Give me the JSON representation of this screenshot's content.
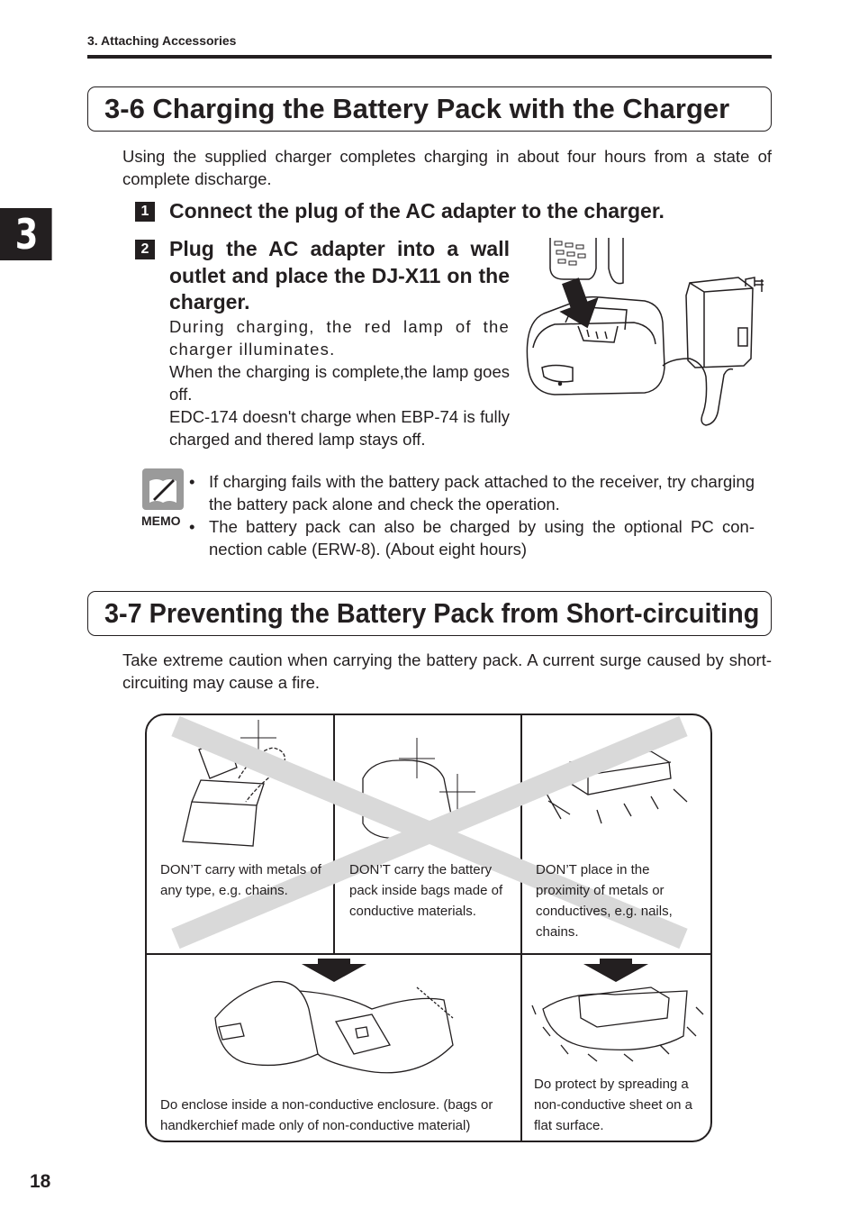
{
  "header": {
    "section_label": "3. Attaching Accessories",
    "chapter_tab": "3",
    "page_number": "18"
  },
  "s36": {
    "title": "3-6 Charging the Battery Pack with the Charger",
    "intro": "Using the supplied charger completes charging in about four hours from a state of complete discharge.",
    "step1": {
      "num": "1",
      "title": "Connect the plug of the AC adapter to the charger."
    },
    "step2": {
      "num": "2",
      "title": "Plug the AC adapter into a wall outlet and place the DJ-X11 on the charger.",
      "desc1": "During charging, the red lamp of the charger illuminates.",
      "desc2": "When the charging is complete,the lamp goes off.",
      "desc3": "EDC-174 doesn't charge when EBP-74 is fully charged and thered lamp stays off."
    },
    "memo": {
      "label": "MEMO",
      "item1": "If charging fails with the battery pack attached to the receiver, try charging the battery pack alone and check the operation.",
      "item2": "The battery pack can also be charged by using the optional PC con-nection cable (ERW-8). (About eight hours)"
    }
  },
  "s37": {
    "title": "3-7 Preventing the Battery Pack from Short-circuiting",
    "intro": "Take extreme caution when carrying the battery pack. A current surge caused by short-circuiting may cause a fire.",
    "dont1": "DON’T carry with metals of any type, e.g. chains.",
    "dont2": "DON’T carry the battery pack inside bags made of conductive materials.",
    "dont3": "DON’T place in the proximity of metals or conductives, e.g. nails, chains.",
    "do1": "Do enclose inside a non-conductive enclosure. (bags or handkerchief made only of non-conductive material)",
    "do2": "Do protect by spreading a non-conductive sheet on a flat surface."
  },
  "icons": [
    "memo-book-icon",
    "down-arrow-icon"
  ]
}
